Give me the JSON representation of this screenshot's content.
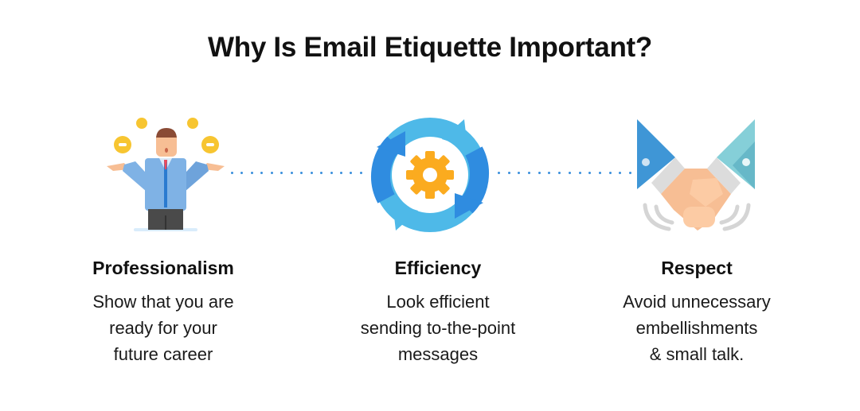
{
  "title": "Why Is Email Etiquette Important?",
  "colors": {
    "connector_dots": "#3a8fdc",
    "coin": "#f7c531",
    "suit_blue": "#7fb2e5",
    "gear": "#fbab1f",
    "arrow_light": "#4eb9e8",
    "arrow_dark": "#2f8ce0",
    "sleeve_left": "#3f96d6",
    "sleeve_right": "#85cfd8",
    "skin": "#f7be94"
  },
  "items": [
    {
      "icon": "juggling-businessman-icon",
      "heading": "Professionalism",
      "lines": [
        "Show that you are",
        "ready for your",
        "future career"
      ]
    },
    {
      "icon": "cycle-gear-icon",
      "heading": "Efficiency",
      "lines": [
        "Look efficient",
        "sending to-the-point",
        "messages"
      ]
    },
    {
      "icon": "handshake-icon",
      "heading": "Respect",
      "lines": [
        "Avoid unnecessary",
        "embellishments",
        "& small talk."
      ]
    }
  ]
}
